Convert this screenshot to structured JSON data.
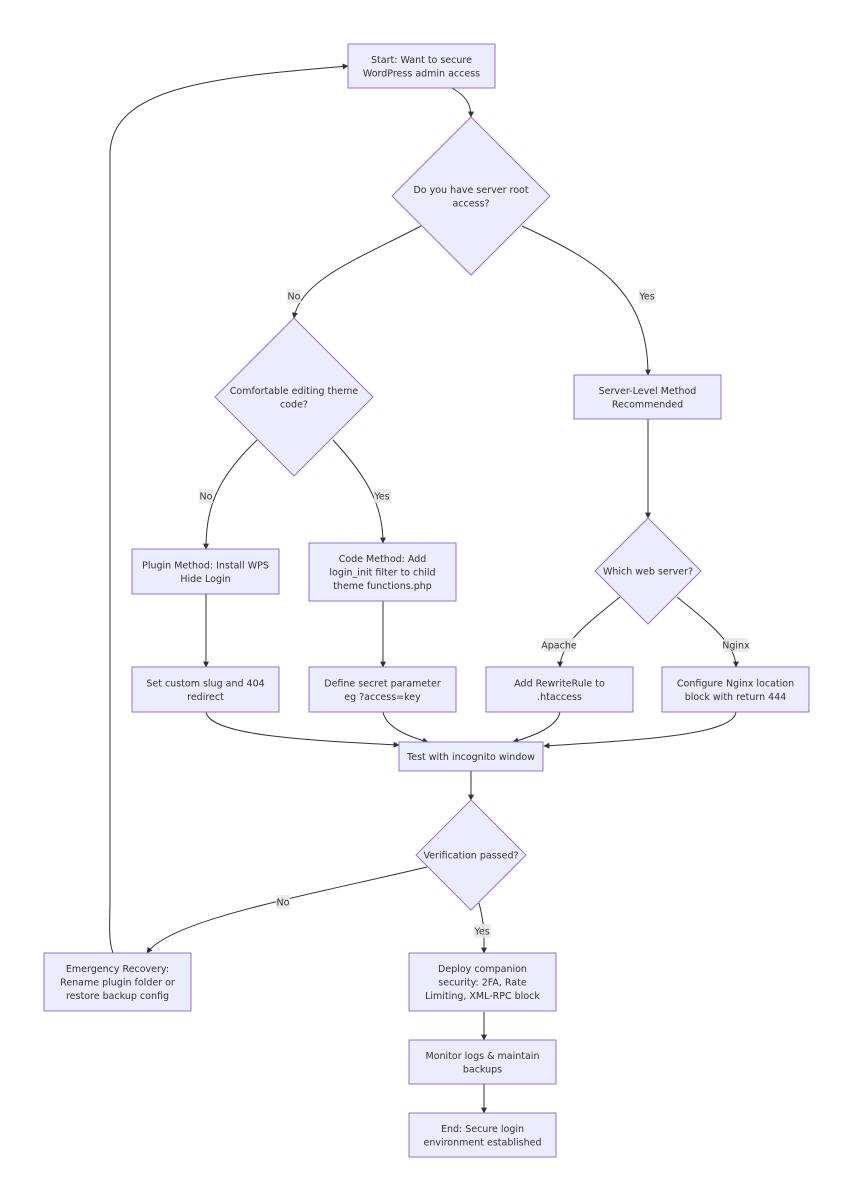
{
  "colors": {
    "node_fill": "#ececff",
    "node_stroke": "#9370db",
    "edge": "#333333",
    "label_bg": "#e8e8e8",
    "text": "#333333"
  },
  "nodes": {
    "start": {
      "lines": [
        "Start: Want to secure",
        "WordPress admin access"
      ]
    },
    "root_access": {
      "lines": [
        "Do you have server root",
        "access?"
      ]
    },
    "editing_theme": {
      "lines": [
        "Comfortable editing theme",
        "code?"
      ]
    },
    "server_level": {
      "lines": [
        "Server-Level Method",
        "Recommended"
      ]
    },
    "plugin_method": {
      "lines": [
        "Plugin Method: Install WPS",
        "Hide Login"
      ]
    },
    "code_method": {
      "lines": [
        "Code Method: Add",
        "login_init filter to child",
        "theme functions.php"
      ]
    },
    "web_server": {
      "lines": [
        "Which web server?"
      ]
    },
    "custom_slug": {
      "lines": [
        "Set custom slug and 404",
        "redirect"
      ]
    },
    "secret_param": {
      "lines": [
        "Define secret parameter",
        "eg ?access=key"
      ]
    },
    "rewrite_rule": {
      "lines": [
        "Add RewriteRule to",
        ".htaccess"
      ]
    },
    "nginx_block": {
      "lines": [
        "Configure Nginx location",
        "block with return 444"
      ]
    },
    "test_incognito": {
      "lines": [
        "Test with incognito window"
      ]
    },
    "verification": {
      "lines": [
        "Verification passed?"
      ]
    },
    "emergency": {
      "lines": [
        "Emergency Recovery:",
        "Rename plugin folder or",
        "restore backup config"
      ]
    },
    "companion": {
      "lines": [
        "Deploy companion",
        "security: 2FA, Rate",
        "Limiting, XML-RPC block"
      ]
    },
    "monitor": {
      "lines": [
        "Monitor logs & maintain",
        "backups"
      ]
    },
    "end": {
      "lines": [
        "End: Secure login",
        "environment established"
      ]
    }
  },
  "edge_labels": {
    "root_no": "No",
    "root_yes": "Yes",
    "theme_no": "No",
    "theme_yes": "Yes",
    "server_apache": "Apache",
    "server_nginx": "Nginx",
    "verify_no": "No",
    "verify_yes": "Yes"
  }
}
